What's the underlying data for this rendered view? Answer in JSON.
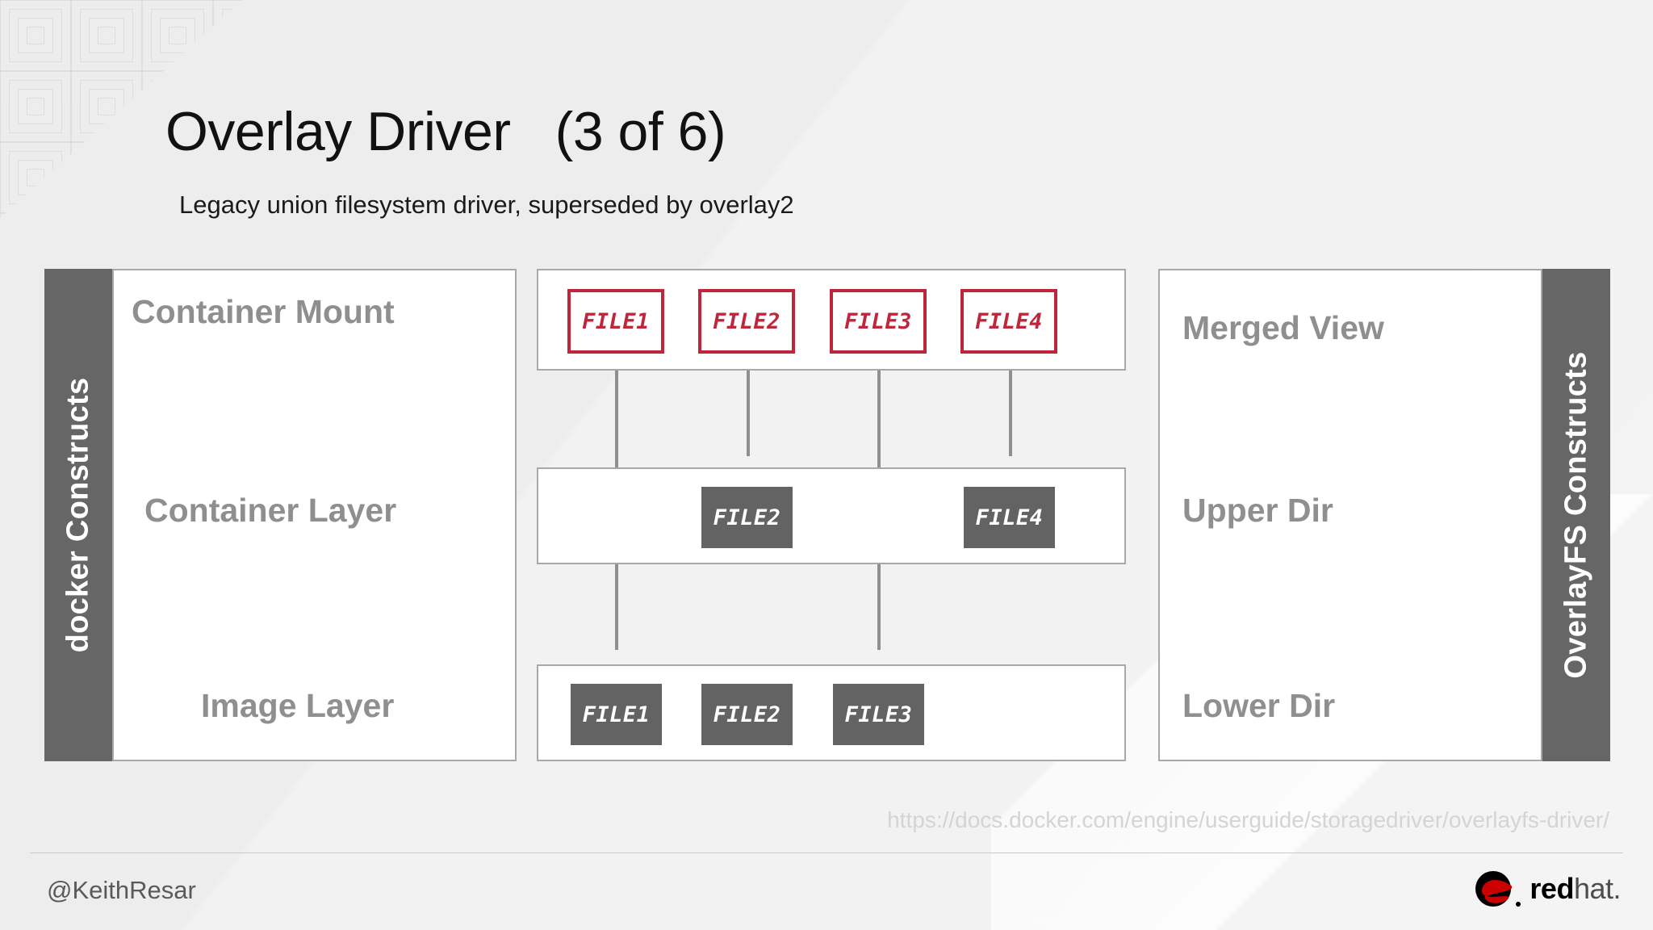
{
  "slide": {
    "title": "Overlay Driver   (3 of 6)",
    "subtitle": "Legacy union filesystem driver, superseded by overlay2",
    "source_url": "https://docs.docker.com/engine/userguide/storagedriver/overlayfs-driver/",
    "handle": "@KeithResar",
    "background_color": "#efefef"
  },
  "docker_panel": {
    "sidebar_label": "docker Constructs",
    "sidebar_color": "#666666",
    "layers": [
      {
        "label": "Container Mount"
      },
      {
        "label": "Container Layer"
      },
      {
        "label": "Image Layer"
      }
    ]
  },
  "overlayfs_panel": {
    "sidebar_label": "OverlayFS Constructs",
    "sidebar_color": "#666666",
    "layers": [
      {
        "label": "Merged View"
      },
      {
        "label": "Upper Dir"
      },
      {
        "label": "Lower Dir"
      }
    ]
  },
  "diagram": {
    "accent_outline_color": "#c0263b",
    "chip_fill_color": "#636363",
    "arrow_color": "#8f8f8f",
    "rows": [
      {
        "name": "merged-row",
        "files": [
          {
            "label": "FILE1",
            "style": "outline"
          },
          {
            "label": "FILE2",
            "style": "outline"
          },
          {
            "label": "FILE3",
            "style": "outline"
          },
          {
            "label": "FILE4",
            "style": "outline"
          }
        ]
      },
      {
        "name": "upper-row",
        "files": [
          {
            "label": "FILE2",
            "style": "solid"
          },
          {
            "label": "FILE4",
            "style": "solid"
          }
        ]
      },
      {
        "name": "lower-row",
        "files": [
          {
            "label": "FILE1",
            "style": "solid"
          },
          {
            "label": "FILE2",
            "style": "solid"
          },
          {
            "label": "FILE3",
            "style": "solid"
          }
        ]
      }
    ],
    "arrows": [
      {
        "name": "arrow-file1",
        "origin": "lower-row"
      },
      {
        "name": "arrow-file2",
        "origin": "upper-row"
      },
      {
        "name": "arrow-file3",
        "origin": "lower-row"
      },
      {
        "name": "arrow-file4",
        "origin": "upper-row"
      }
    ]
  },
  "brand": {
    "name_bold": "red",
    "name_light": "hat.",
    "hat_color": "#cc0000"
  }
}
